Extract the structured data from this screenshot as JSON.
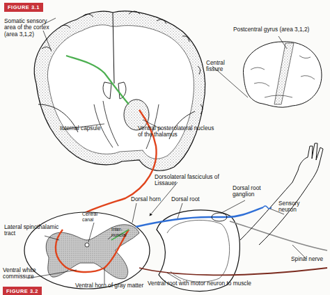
{
  "diagram": {
    "title": "FIGURE 3.1",
    "labels": [
      "Somatic sensory area of the cortex (area 3,1,2)",
      "Postcentral gyrus (area 3,1,2)",
      "Central fissure",
      "Internal capsule",
      "Ventral posterolateral nucleus of the thalamus",
      "Dorsolateral fasciculus of Lissauer",
      "Dorsal horn",
      "Dorsal root",
      "Dorsal root ganglion",
      "Sensory neuron",
      "Lateral spinothalamic tract",
      "Central canal",
      "Inter- nuncial",
      "Spinal nerve",
      "Ventral white commissure",
      "Ventral horn of gray matter",
      "Ventral root with motor neuron to muscle",
      "FIGURE 3.2"
    ]
  }
}
